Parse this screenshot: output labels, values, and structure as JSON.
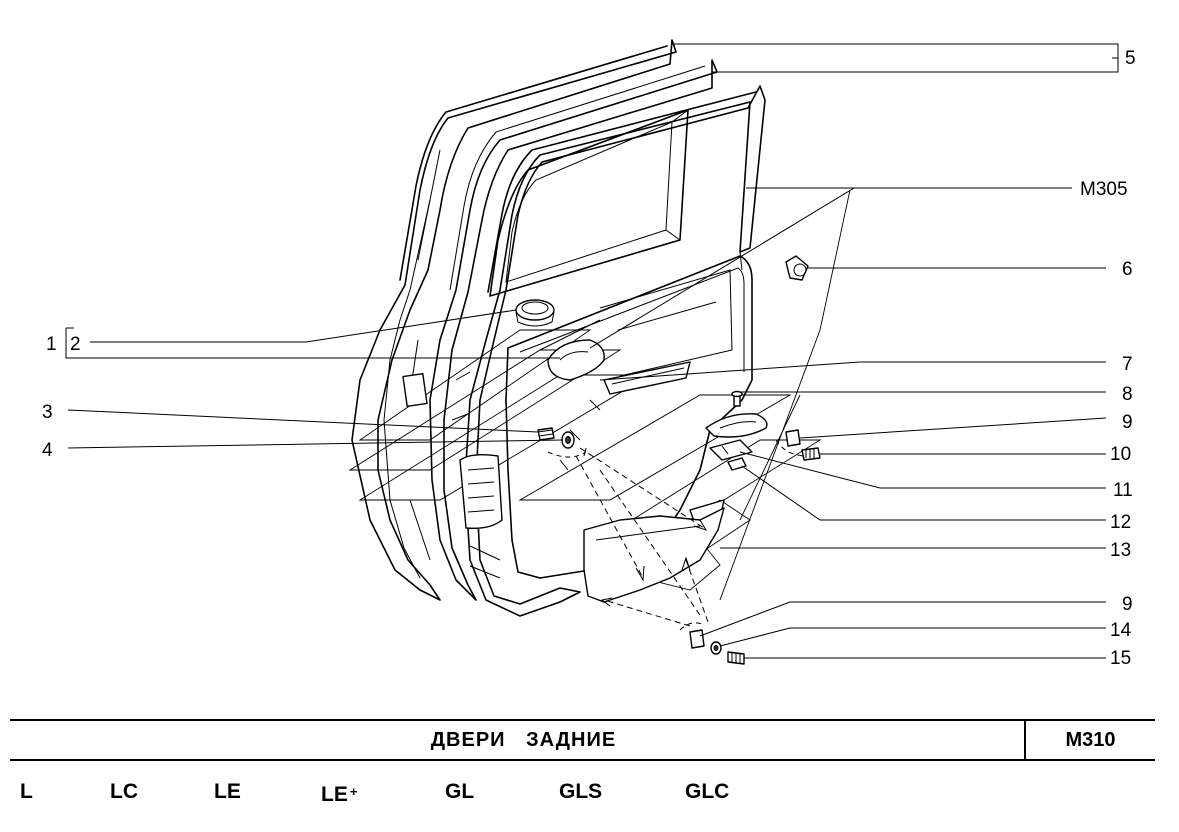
{
  "title": "ДВЕРИ   ЗАДНИЕ",
  "code": "M310",
  "models": [
    "L",
    "LC",
    "LE",
    "LE",
    "GL",
    "GLS",
    "GLC"
  ],
  "model_suffix": "+",
  "callouts": {
    "c5": "5",
    "m305": "M305",
    "c6": "6",
    "c1": "1",
    "c2": "2",
    "c7": "7",
    "c3": "3",
    "c8": "8",
    "c9a": "9",
    "c4": "4",
    "c10": "10",
    "c11": "11",
    "c12": "12",
    "c13": "13",
    "c9b": "9",
    "c14": "14",
    "c15": "15"
  }
}
